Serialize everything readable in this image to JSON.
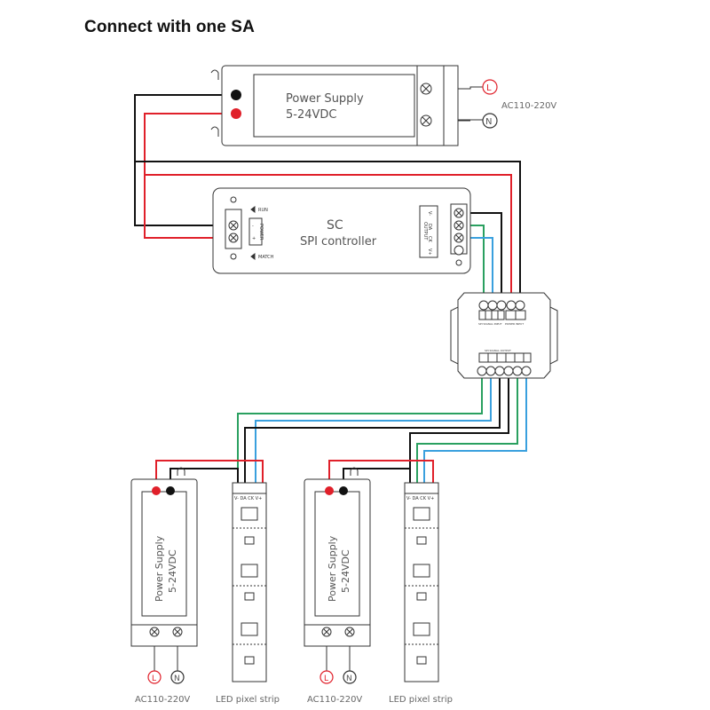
{
  "title": "Connect with one SA",
  "colors": {
    "black_wire": "#111111",
    "red_wire": "#e0202a",
    "blue_wire": "#3aa0de",
    "green_wire": "#2aa060",
    "outline": "#333333"
  },
  "power_supply_top": {
    "line1": "Power Supply",
    "line2": "5-24VDC",
    "terminal_l": "L",
    "terminal_n": "N",
    "ac_label": "AC110-220V"
  },
  "controller": {
    "title": "SC",
    "subtitle": "SPI controller",
    "run_label": "RUN",
    "match_label": "MATCH",
    "power_label": "POWER",
    "power_pins": [
      "+",
      "-"
    ],
    "output_label": "OUTPUT",
    "output_pins": [
      "V-",
      "DA",
      "CK",
      "V+"
    ]
  },
  "amplifier": {
    "input_label": "SPI SIGNAL INPUT",
    "power_input_label": "POWER INPUT",
    "output_label": "SPI SIGNAL OUTPUT"
  },
  "group_left": {
    "psu_line1": "Power Supply",
    "psu_line2": "5-24VDC",
    "terminal_l": "L",
    "terminal_n": "N",
    "ac_label": "AC110-220V",
    "strip_label": "LED pixel strip",
    "strip_pins": "V- DA CK V+"
  },
  "group_right": {
    "psu_line1": "Power Supply",
    "psu_line2": "5-24VDC",
    "terminal_l": "L",
    "terminal_n": "N",
    "ac_label": "AC110-220V",
    "strip_label": "LED pixel strip",
    "strip_pins": "V- DA CK V+"
  }
}
